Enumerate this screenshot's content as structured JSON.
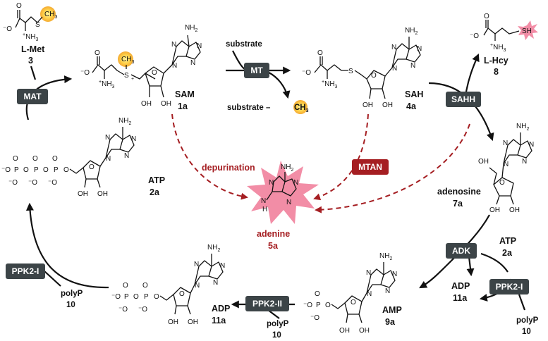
{
  "compounds": {
    "lmet": {
      "name": "L-Met",
      "num": "3"
    },
    "sam": {
      "name": "SAM",
      "num": "1a"
    },
    "sah": {
      "name": "SAH",
      "num": "4a"
    },
    "lhcy": {
      "name": "L-Hcy",
      "num": "8"
    },
    "atp_left": {
      "name": "ATP",
      "num": "2a"
    },
    "adenosine": {
      "name": "adenosine",
      "num": "7a"
    },
    "adenine": {
      "name": "adenine",
      "num": "5a"
    },
    "atp_right": {
      "name": "ATP",
      "num": "2a"
    },
    "adp_right": {
      "name": "ADP",
      "num": "11a"
    },
    "amp": {
      "name": "AMP",
      "num": "9a"
    },
    "adp_left": {
      "name": "ADP",
      "num": "11a"
    }
  },
  "enzymes": {
    "mat": "MAT",
    "mt": "MT",
    "sahh": "SAHH",
    "mtan": "MTAN",
    "adk": "ADK",
    "ppk2i_right": "PPK2-I",
    "ppk2ii": "PPK2-II",
    "ppk2i_left": "PPK2-I"
  },
  "labels": {
    "substrate": "substrate",
    "substrate_ch3": "substrate –",
    "depurination": "depurination",
    "polyp": "polyP",
    "polyp_num": "10"
  },
  "atoms": {
    "nh2": "NH",
    "n": "N",
    "h": "H",
    "o": "O",
    "s": "S",
    "sh": "SH",
    "ch3": "CH",
    "oh": "OH",
    "p": "P",
    "o_minus": "⁻O",
    "nh3": "NH",
    "plus": "+",
    "three": "3",
    "two": "2"
  },
  "colors": {
    "enzyme_box": "#3c4447",
    "mtan_box": "#a51e22",
    "adenine_star": "#f28da6",
    "methyl_glow": "#f8b733",
    "dashed_arrow": "#a51e22"
  }
}
